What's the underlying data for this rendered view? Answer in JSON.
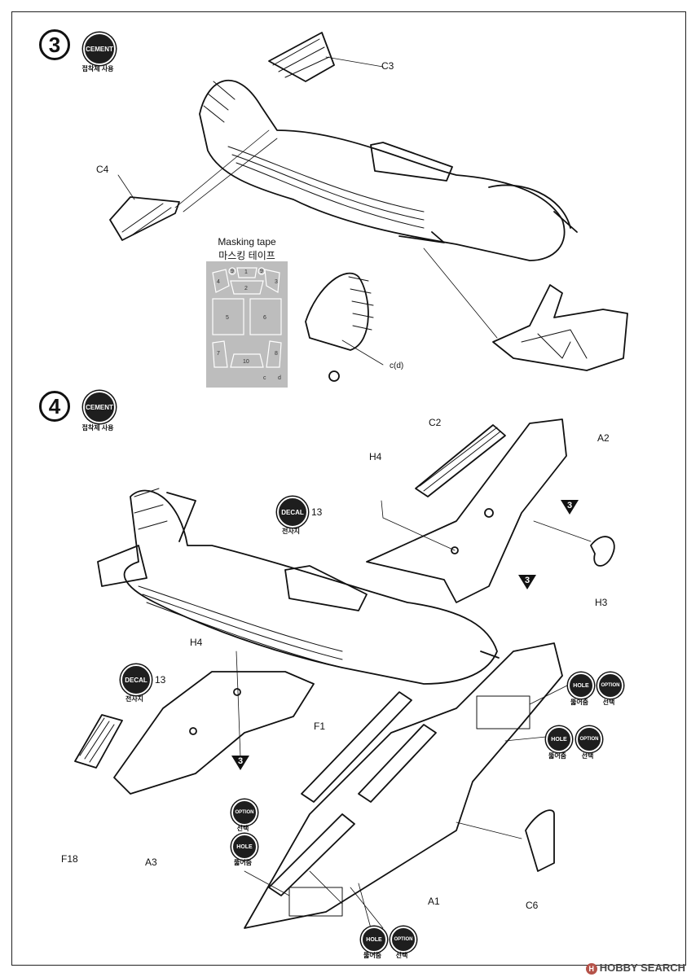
{
  "steps": [
    {
      "number": "3",
      "cement_label": "CEMENT",
      "cement_sub": "접착제 사용"
    },
    {
      "number": "4",
      "cement_label": "CEMENT",
      "cement_sub": "접착제 사용"
    }
  ],
  "step3": {
    "parts": {
      "c3": "C3",
      "c4": "C4",
      "cd": "c(d)"
    },
    "masking": {
      "title": "Masking tape",
      "subtitle": "마스킹 테이프",
      "pieces": [
        "1",
        "2",
        "3",
        "4",
        "5",
        "6",
        "7",
        "8",
        "9",
        "9",
        "10",
        "c",
        "d"
      ]
    }
  },
  "step4": {
    "parts": {
      "c2": "C2",
      "a2": "A2",
      "h4_top": "H4",
      "h4_left": "H4",
      "h3": "H3",
      "f1": "F1",
      "f18": "F18",
      "a3": "A3",
      "a1": "A1",
      "c6": "C6",
      "decal_num_right": "13",
      "decal_num_left": "13"
    },
    "decal": {
      "label": "DECAL",
      "sub": "전사지"
    },
    "hole": {
      "label": "HOLE",
      "sub": "뚫어줌"
    },
    "option": {
      "label": "OPTION",
      "sub": "선택"
    },
    "ref_step": "3"
  },
  "watermark": "HOBBY SEARCH",
  "watermark_logo": "H"
}
